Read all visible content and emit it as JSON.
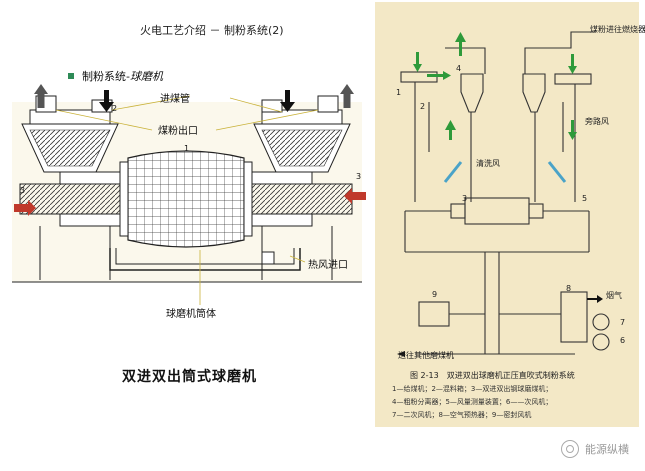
{
  "title": "火电工艺介绍 － 制粉系统(2)",
  "subtitle": {
    "prefix": "制粉系统-",
    "emphasis": "球磨机"
  },
  "left_labels": {
    "coal_inlet": "进煤管",
    "powder_outlet": "煤粉出口",
    "hot_air_inlet": "热风进口",
    "mill_drum": "球磨机筒体",
    "num_1": "1",
    "num_2": "2",
    "num_3_left": "3",
    "num_3_right": "3"
  },
  "left_caption": "双进双出筒式球磨机",
  "right_labels": {
    "to_burner": "煤粉进往燃烧器",
    "bypass_air": "旁路风",
    "purge_air": "清洗风",
    "flue_gas": "烟气",
    "to_other_mills": "送往其他磨煤机",
    "n1": "1",
    "n2": "2",
    "n3": "3",
    "n4": "4",
    "n5": "5",
    "n6": "6",
    "n7": "7",
    "n8": "8",
    "n9": "9"
  },
  "right_caption": {
    "line1": "图 2-13　双进双出球磨机正压直吹式制粉系统",
    "line2": "1—给煤机；2—混料箱；3—双进双出钢球磨煤机；",
    "line3": "4—粗粉分离器；5—风量测量装置；6——次风机；",
    "line4": "7—二次风机；8—空气预热器；9—密封风机"
  },
  "watermark": "能源纵横",
  "colors": {
    "arrow_green": "#2e9a3a",
    "arrow_black": "#111111",
    "arrow_gray": "#555555",
    "arrow_red": "#c0392b",
    "arrow_cyan": "#4aa3c8",
    "leader_yellow": "#c9b23a",
    "panel_bg": "#f3e8c6"
  }
}
